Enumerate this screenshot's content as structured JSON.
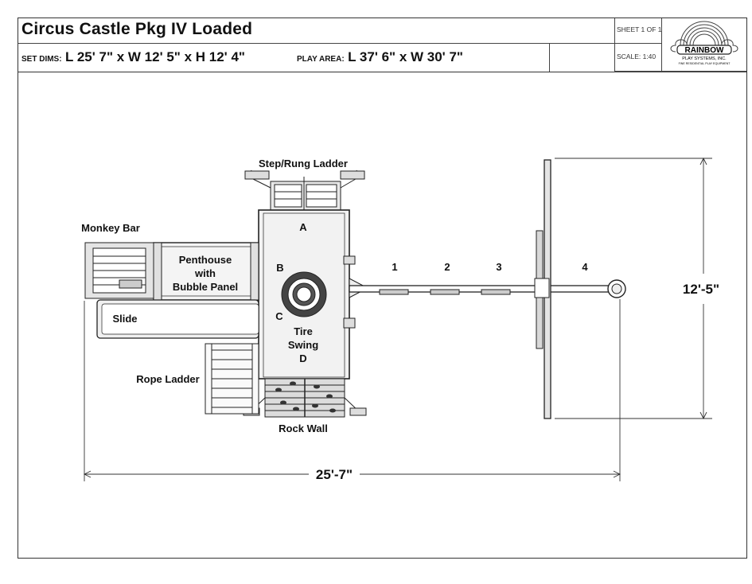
{
  "header": {
    "title": "Circus Castle Pkg IV Loaded",
    "set_dims_label": "SET DIMS:",
    "set_dims_value": "L 25' 7\" x W 12' 5\" x H 12' 4\"",
    "play_area_label": "PLAY AREA:",
    "play_area_value": "L 37' 6\" x W 30' 7\"",
    "sheet": "SHEET 1 OF 1",
    "scale": "SCALE: 1:40"
  },
  "logo": {
    "brand": "RAINBOW",
    "line1": "PLAY SYSTEMS, INC.",
    "line2": "FINE RESIDENTIAL PLAY EQUIPMENT"
  },
  "diagram": {
    "labels": {
      "ladder": "Step/Rung Ladder",
      "monkey_bar": "Monkey Bar",
      "penthouse_1": "Penthouse",
      "penthouse_2": "with",
      "penthouse_3": "Bubble Panel",
      "slide": "Slide",
      "rope_ladder": "Rope Ladder",
      "rock_wall": "Rock Wall",
      "tire_1": "Tire",
      "tire_2": "Swing",
      "pos_a": "A",
      "pos_b": "B",
      "pos_c": "C",
      "pos_d": "D",
      "swing_1": "1",
      "swing_2": "2",
      "swing_3": "3",
      "swing_4": "4"
    },
    "dim_width": "12'-5\"",
    "dim_length": "25'-7\""
  }
}
